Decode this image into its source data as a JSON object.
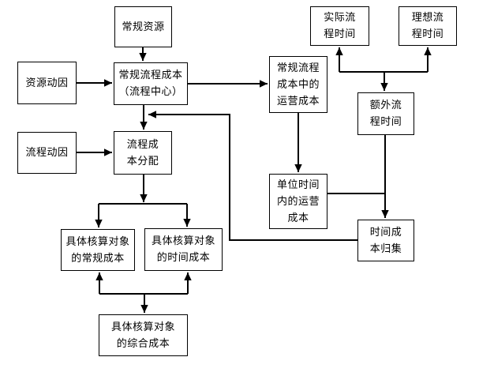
{
  "diagram": {
    "title": "",
    "accent_color": "#000000",
    "background_color": "#ffffff",
    "boxes": {
      "regular_resources": {
        "label": "常规资源"
      },
      "resource_driver": {
        "label": "资源动因"
      },
      "regular_process_cost": {
        "label": "常规流程成本\n（流程中心）"
      },
      "process_driver": {
        "label": "流程动因"
      },
      "process_cost_allocation": {
        "label": "流程成\n本分配"
      },
      "actual_process_time": {
        "label": "实际流\n程时间"
      },
      "ideal_process_time": {
        "label": "理想流\n程时间"
      },
      "operating_cost_in_regular": {
        "label": "常规流程\n成本中的\n运营成本"
      },
      "extra_process_time": {
        "label": "额外流\n程时间"
      },
      "unit_time_operating_cost": {
        "label": "单位时间\n内的运营\n成本"
      },
      "time_cost_collection": {
        "label": "时间成\n本归集"
      },
      "object_regular_cost": {
        "label": "具体核算对象\n的常规成本"
      },
      "object_time_cost": {
        "label": "具体核算对象\n的时间成本"
      },
      "object_comprehensive_cost": {
        "label": "具体核算对象\n的综合成本"
      }
    },
    "connections": [
      {
        "from": "regular_resources",
        "to": "regular_process_cost"
      },
      {
        "from": "resource_driver",
        "to": "regular_process_cost"
      },
      {
        "from": "regular_process_cost",
        "to": "operating_cost_in_regular"
      },
      {
        "from": "regular_process_cost",
        "to": "process_cost_allocation"
      },
      {
        "from": "process_driver",
        "to": "process_cost_allocation"
      },
      {
        "from": "process_cost_allocation",
        "to": "object_regular_cost"
      },
      {
        "from": "process_cost_allocation",
        "to": "object_time_cost"
      },
      {
        "from": "junction_time",
        "to": "actual_process_time"
      },
      {
        "from": "junction_time",
        "to": "ideal_process_time"
      },
      {
        "from": "junction_time",
        "to": "extra_process_time"
      },
      {
        "from": "operating_cost_in_regular",
        "to": "unit_time_operating_cost"
      },
      {
        "from": "unit_time_operating_cost",
        "to": "time_cost_collection"
      },
      {
        "from": "extra_process_time",
        "to": "time_cost_collection"
      },
      {
        "from": "time_cost_collection",
        "to": "process_cost_allocation"
      },
      {
        "from": "junction_object",
        "to": "object_regular_cost"
      },
      {
        "from": "junction_object",
        "to": "object_time_cost"
      },
      {
        "from": "junction_object",
        "to": "object_comprehensive_cost"
      }
    ]
  }
}
